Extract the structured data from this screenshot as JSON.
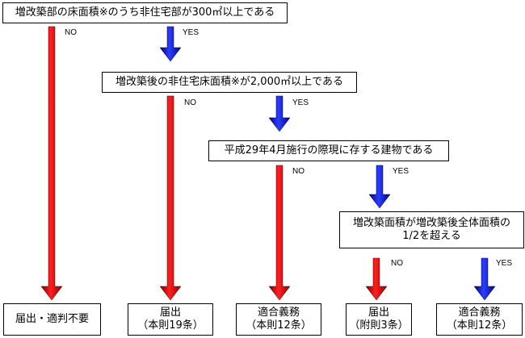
{
  "questions": [
    {
      "text": "増改築部の床面積※のうち非住宅部が300㎡以上である"
    },
    {
      "text": "増改築後の非住宅床面積※が2,000㎡以上である"
    },
    {
      "text": "平成29年4月施行の際現に存する建物である"
    },
    {
      "line1": "増改築面積が増改築後全体面積の",
      "line2": "1/2を超える"
    }
  ],
  "branch_labels": {
    "no": "NO",
    "yes": "YES"
  },
  "results": [
    {
      "line1": "届出・適判不要"
    },
    {
      "line1": "届出",
      "line2": "（本則19条）"
    },
    {
      "line1": "適合義務",
      "line2": "（本則12条）"
    },
    {
      "line1": "届出",
      "line2": "（附則3条）"
    },
    {
      "line1": "適合義務",
      "line2": "（本則12条）"
    }
  ],
  "colors": {
    "no_arrow": "#e00000",
    "yes_arrow": "#1020c8"
  }
}
